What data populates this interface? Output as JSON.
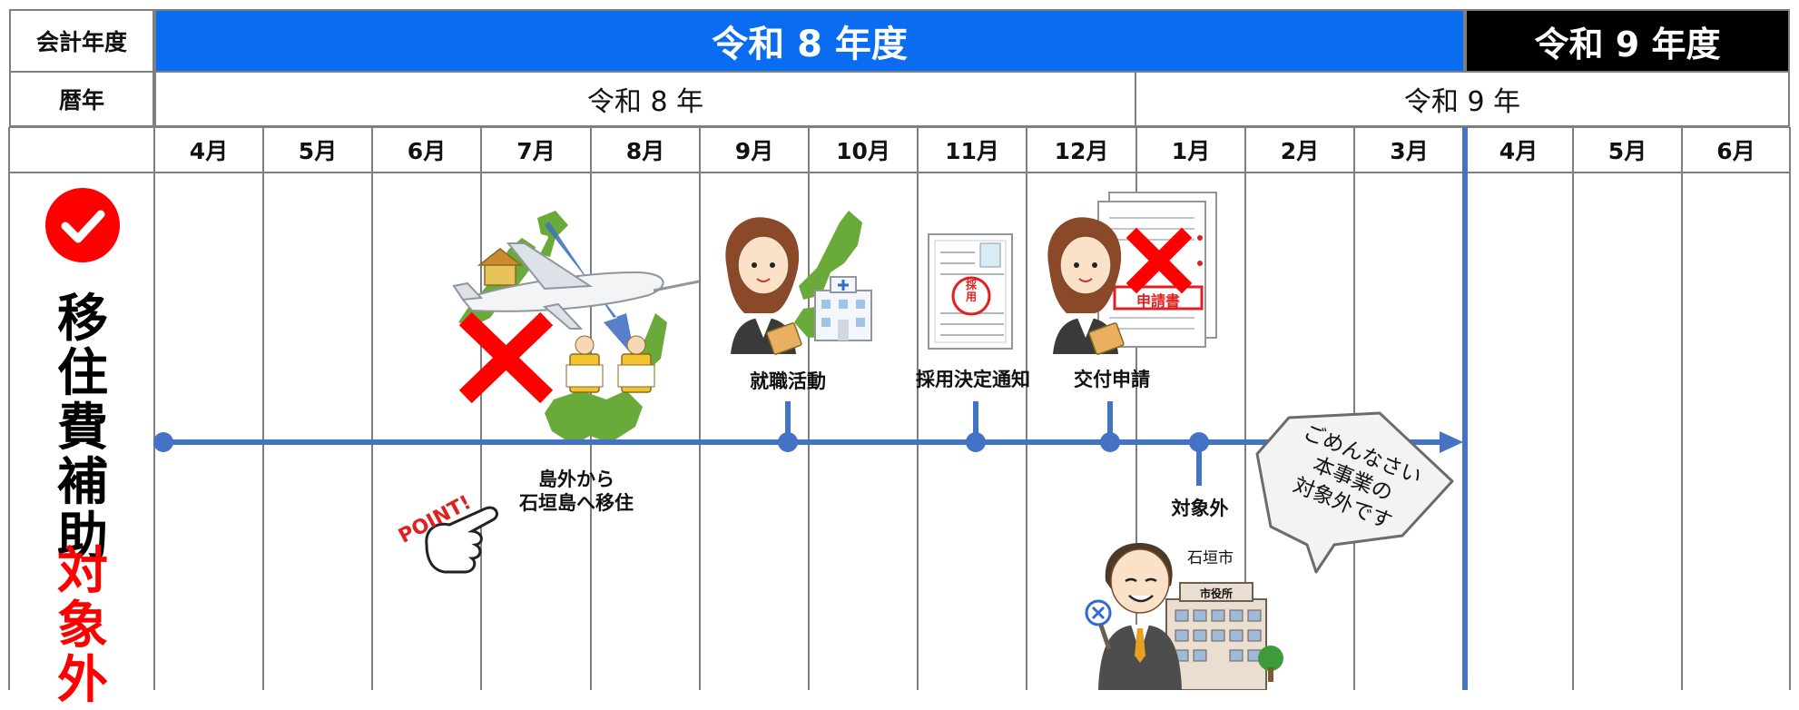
{
  "header": {
    "fiscal_label": "会計年度",
    "fiscal_r8": "令和 8 年度",
    "fiscal_r9": "令和 9 年度",
    "calendar_label": "暦年",
    "calendar_r8": "令和 8 年",
    "calendar_r9": "令和 9 年",
    "months": [
      "4月",
      "5月",
      "6月",
      "7月",
      "8月",
      "9月",
      "10月",
      "11月",
      "12月",
      "1月",
      "2月",
      "3月",
      "4月",
      "5月",
      "6月"
    ]
  },
  "side": {
    "title_black": "移住費補助",
    "title_red": "対象外"
  },
  "timeline": {
    "events": {
      "move": "島外から\n石垣島へ移住",
      "job_hunting": "就職活動",
      "hiring_notice": "採用決定通知",
      "application": "交付申請",
      "not_eligible": "対象外"
    },
    "point_label": "POINT!",
    "speech": "ごめんなさい\n本事業の\n対象外です",
    "city_label": "石垣市",
    "form_label": "申請書",
    "stamp_label": "採\n用",
    "city_hall_sign": "市役所"
  },
  "colors": {
    "fiscal_r8_bg": "#0a6cf0",
    "fiscal_r9_bg": "#000000",
    "timeline": "#4472c4",
    "accent_red": "#ff0000",
    "island_green": "#6aaa3a",
    "grid": "#7f7f7f"
  }
}
